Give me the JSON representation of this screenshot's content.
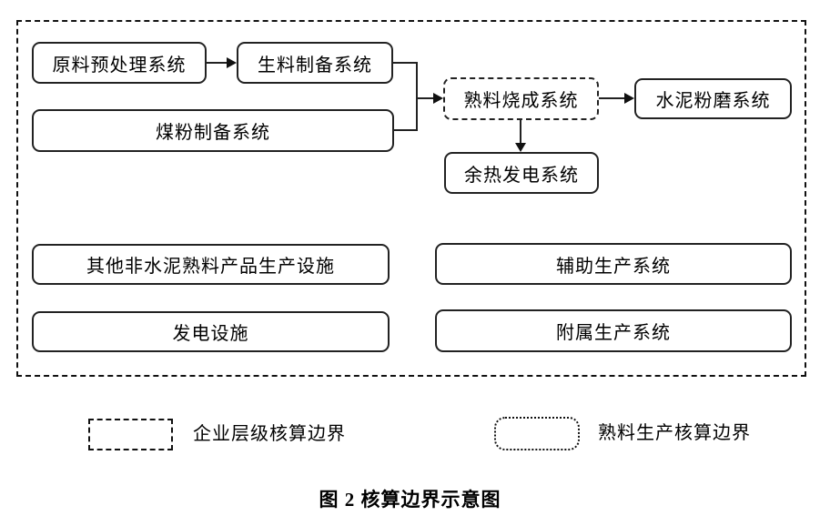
{
  "figure": {
    "caption": "图 2 核算边界示意图"
  },
  "nodes": {
    "raw_pretreatment": {
      "label": "原料预处理系统"
    },
    "raw_meal": {
      "label": "生料制备系统"
    },
    "coal_powder": {
      "label": "煤粉制备系统"
    },
    "clinker_burning": {
      "label": "熟料烧成系统"
    },
    "cement_grinding": {
      "label": "水泥粉磨系统"
    },
    "waste_heat_power": {
      "label": "余热发电系统"
    },
    "other_non_clinker": {
      "label": "其他非水泥熟料产品生产设施"
    },
    "auxiliary": {
      "label": "辅助生产系统"
    },
    "power_facility": {
      "label": "发电设施"
    },
    "subsidiary": {
      "label": "附属生产系统"
    }
  },
  "edges": [
    {
      "from": "原料预处理系统",
      "to": "生料制备系统"
    },
    {
      "from": "生料制备系统",
      "to": "熟料烧成系统"
    },
    {
      "from": "煤粉制备系统",
      "to": "熟料烧成系统"
    },
    {
      "from": "熟料烧成系统",
      "to": "水泥粉磨系统"
    },
    {
      "from": "熟料烧成系统",
      "to": "余热发电系统"
    }
  ],
  "legend": {
    "enterprise": {
      "label": "企业层级核算边界",
      "swatch": "dashed-rectangle"
    },
    "clinker": {
      "label": "熟料生产核算边界",
      "swatch": "dotted-rounded-rectangle"
    }
  },
  "colors": {
    "line": "#111111",
    "background": "#ffffff"
  }
}
